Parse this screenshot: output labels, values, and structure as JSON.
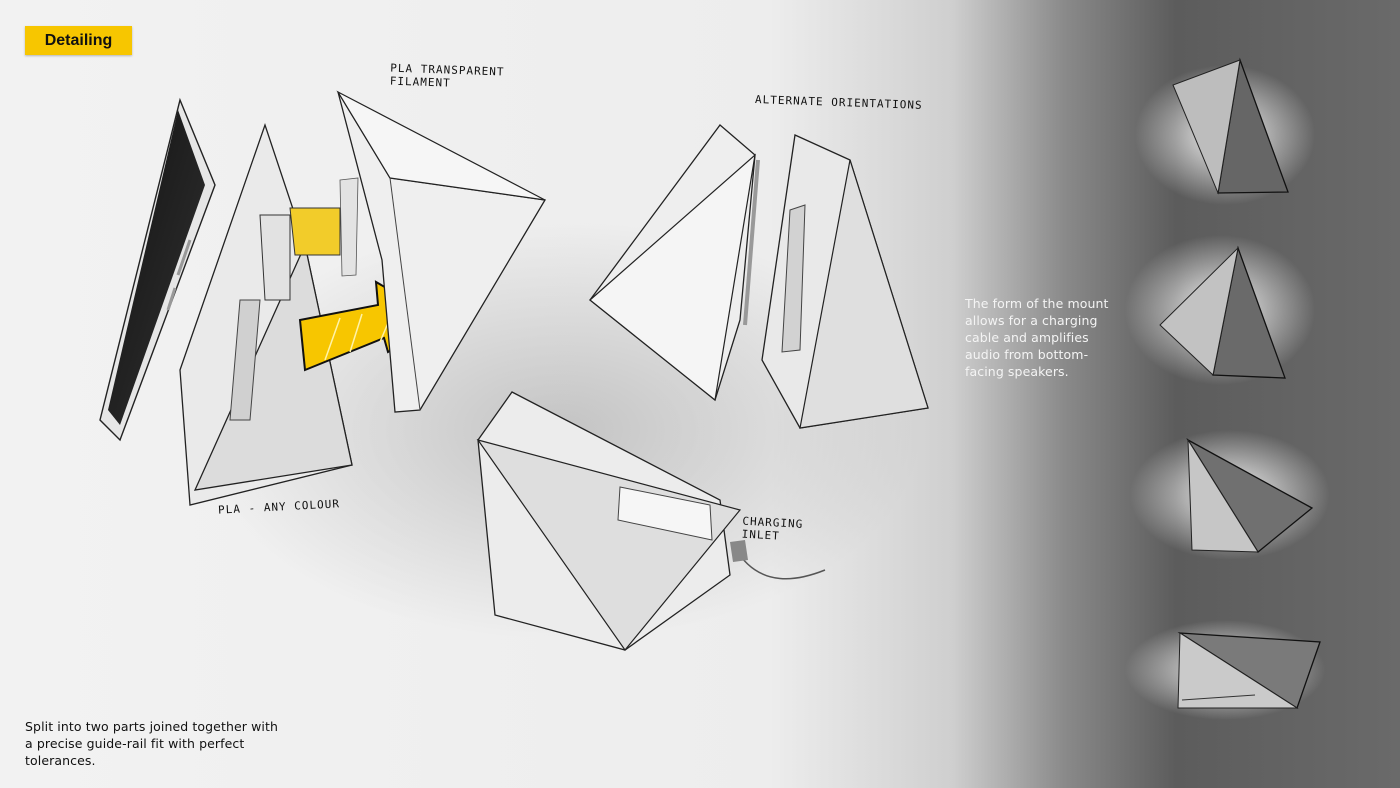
{
  "header": {
    "tag_label": "Detailing"
  },
  "annotations": {
    "transparent_filament": "PLA TRANSPARENT FILAMENT",
    "alternate_orientations": "ALTERNATE ORIENTATIONS",
    "pla_any_colour": "PLA - ANY COLOUR",
    "charging_inlet": "CHARGING INLET"
  },
  "notes": {
    "bottom_left": "Split into two parts joined together with a precise guide-rail fit with perfect tolerances.",
    "right": "The form of the mount allows for a charging cable and amplifies audio from bottom-facing speakers."
  },
  "colors": {
    "accent": "#f7c600",
    "ink": "#111111"
  },
  "icons": {
    "arrow": "arrow-right-icon"
  }
}
